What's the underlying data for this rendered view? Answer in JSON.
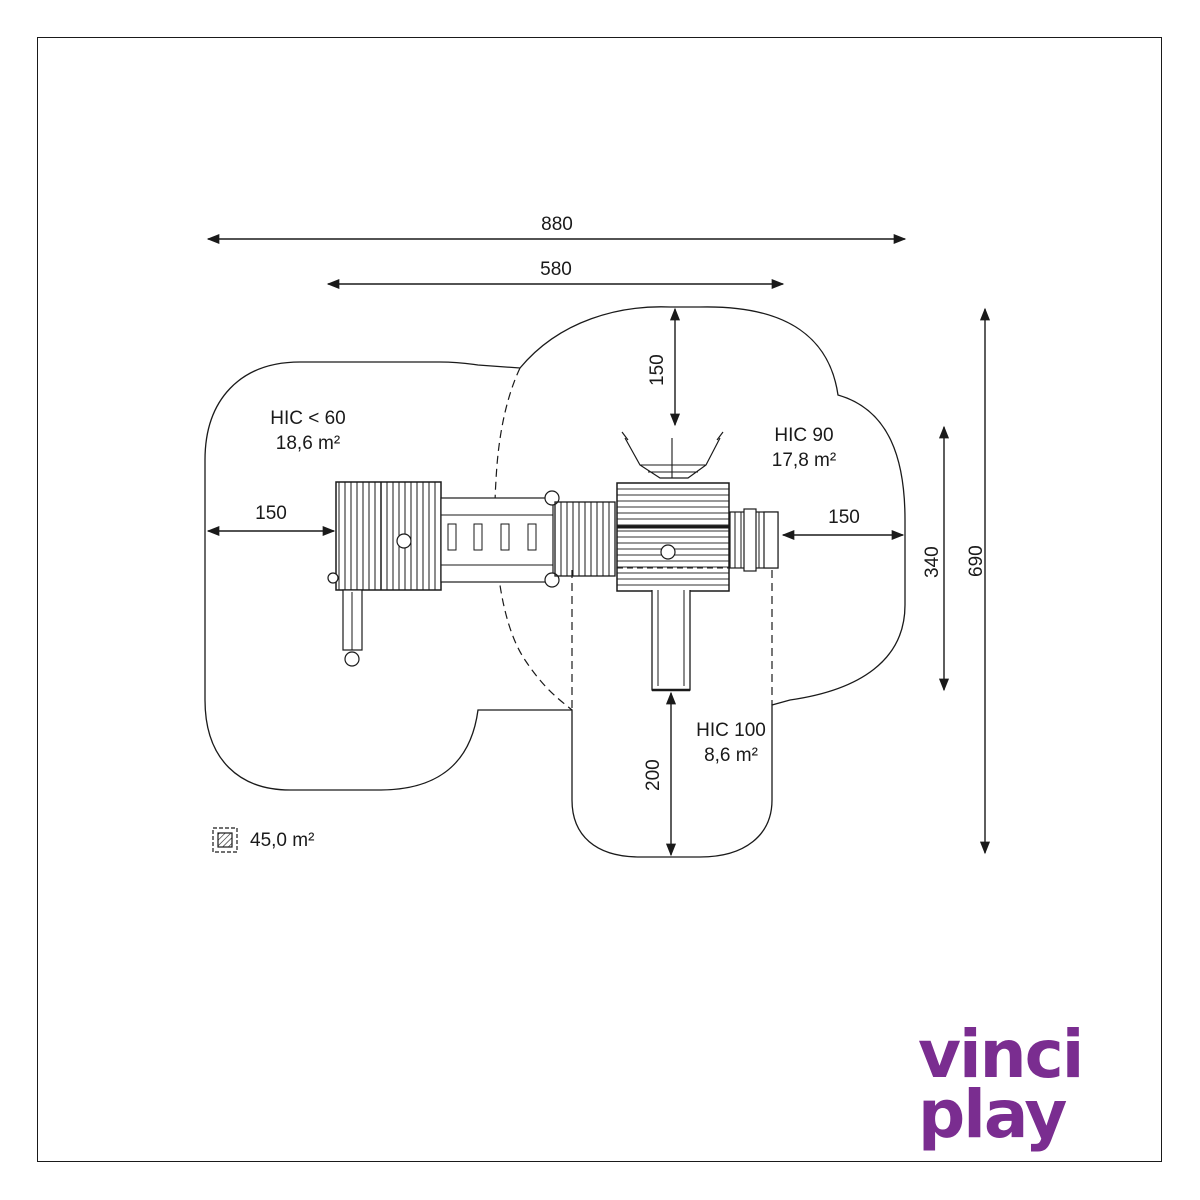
{
  "dimensions": {
    "overall_width": "880",
    "structure_width": "580",
    "top_clearance": "150",
    "left_clearance": "150",
    "right_clearance": "150",
    "bottom_clearance": "200",
    "overall_depth": "690",
    "zone_depth": "340"
  },
  "zones": [
    {
      "hic": "HIC < 60",
      "area": "18,6 m²"
    },
    {
      "hic": "HIC 90",
      "area": "17,8 m²"
    },
    {
      "hic": "HIC 100",
      "area": "8,6 m²"
    }
  ],
  "legend": {
    "icon": "hatched-area-icon",
    "total_area": "45,0 m²"
  },
  "brand": {
    "line1": "vinci",
    "line2": "play",
    "color": "#7a2d90"
  },
  "colors": {
    "line": "#1a1a1a"
  }
}
